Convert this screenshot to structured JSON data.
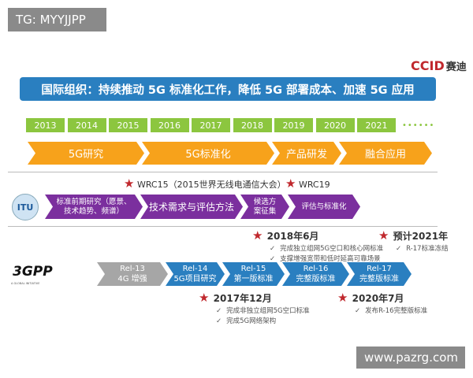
{
  "watermark_top": "TG: MYYJJPP",
  "watermark_bottom": "www.pazrg.com",
  "logo": {
    "text": "CCID",
    "cn": "赛迪"
  },
  "banner": "国际组织：持续推动 5G 标准化工作，降低 5G 部署成本、加速 5G 应用",
  "years": [
    "2013",
    "2014",
    "2015",
    "2016",
    "2017",
    "2018",
    "2019",
    "2020",
    "2021"
  ],
  "years_more": "••••••",
  "phases": [
    "5G研究",
    "5G标准化",
    "产品研发",
    "融合应用"
  ],
  "itu": {
    "logo": "ITU",
    "milestones": [
      "WRC15（2015世界无线电通信大会）",
      "WRC19"
    ],
    "stages": [
      {
        "l1": "标准前期研究（愿景、",
        "l2": "技术趋势、频谱）"
      },
      {
        "l1": "技术需求与评估方法",
        "l2": ""
      },
      {
        "l1": "候选方",
        "l2": "案征集"
      },
      {
        "l1": "评估与标准化",
        "l2": ""
      }
    ]
  },
  "gpp": {
    "logo": "3GPP",
    "logo_sub": "A GLOBAL INITIATIVE",
    "releases": [
      {
        "rel": "Rel-13",
        "desc": "4G 增强"
      },
      {
        "rel": "Rel-14",
        "desc": "5G项目研究"
      },
      {
        "rel": "Rel-15",
        "desc": "第一版标准"
      },
      {
        "rel": "Rel-16",
        "desc": "完整版标准"
      },
      {
        "rel": "Rel-17",
        "desc": "完整版标准"
      }
    ],
    "milestones_top": [
      {
        "date": "2018年6月",
        "items": [
          "完成独立组网5G空口和核心网标准",
          "支撑增强宽带和低时延高可靠场景"
        ]
      },
      {
        "date": "预计2021年",
        "items": [
          "R-17标准冻结"
        ]
      }
    ],
    "milestones_bottom": [
      {
        "date": "2017年12月",
        "items": [
          "完成非独立组网5G空口标准",
          "完成5G网络架构"
        ]
      },
      {
        "date": "2020年7月",
        "items": [
          "发布R-16完整版标准"
        ]
      }
    ]
  },
  "colors": {
    "blue": "#2a7fc0",
    "green": "#8cc63f",
    "orange": "#f7a21b",
    "purple": "#7b2f9e",
    "star": "#c0282d"
  }
}
